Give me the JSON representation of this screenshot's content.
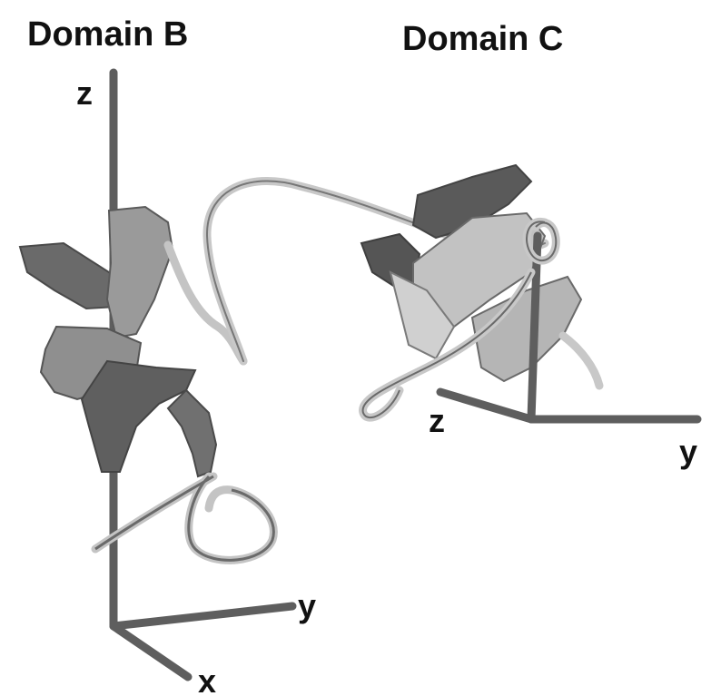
{
  "domain_b": {
    "title": "Domain B",
    "axes": {
      "z": "z",
      "y": "y",
      "x": "x"
    }
  },
  "domain_c": {
    "title": "Domain C",
    "axes": {
      "z": "z",
      "y": "y"
    }
  },
  "colors": {
    "background": "#ffffff",
    "axis": "#5e5e5e",
    "ribbon_dark": "#5a5a5a",
    "ribbon_mid": "#8c8c8c",
    "ribbon_light": "#bdbdbd",
    "coil": "#c4c4c4",
    "text": "#111111"
  }
}
